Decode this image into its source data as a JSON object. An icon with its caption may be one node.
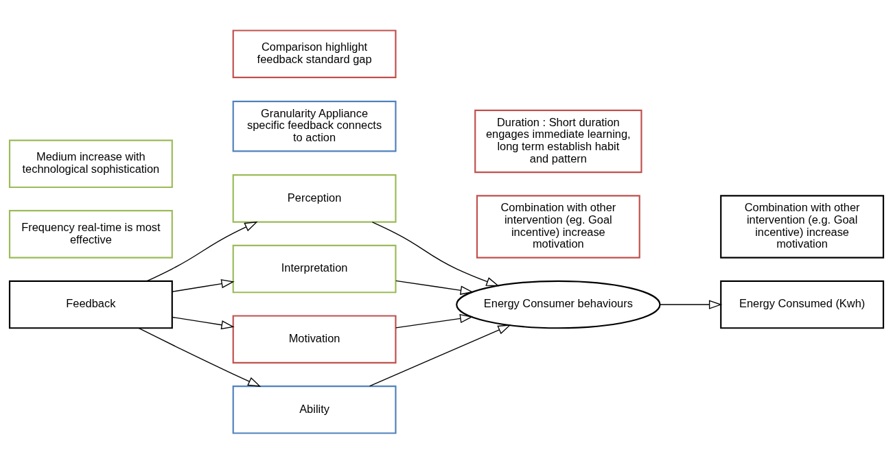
{
  "diagram": {
    "nodes": [
      {
        "text": [
          "Feedback"
        ]
      },
      {
        "text": [
          "Perception"
        ]
      },
      {
        "text": [
          "Interpretation"
        ]
      },
      {
        "text": [
          "Motivation"
        ]
      },
      {
        "text": [
          "Ability"
        ]
      },
      {
        "text": [
          "Energy Consumer behaviours"
        ]
      },
      {
        "text": [
          "Energy Consumed (Kwh)"
        ]
      },
      {
        "text": [
          "Frequency real-time is most effective"
        ]
      },
      {
        "text": [
          "Granularity Appliance specific feedback connects to action"
        ]
      },
      {
        "text": [
          "Combination with other intervention (eg. Goal incentive) increase motivation"
        ]
      },
      {
        "text": [
          "Combination with other intervention (e.g. Goal incentive) increase motivation"
        ]
      },
      {
        "text": [
          "Medium increase with technological sophistication"
        ]
      },
      {
        "text": [
          "Comparison highlight feedback standard gap"
        ]
      },
      {
        "text": [
          "Duration : Short duration engages immediate learning, long term establish habit and pattern"
        ]
      }
    ],
    "edges": [
      {
        "from": 0,
        "to": 1,
        "arrow": "to"
      },
      {
        "from": 0,
        "to": 2,
        "arrow": "to"
      },
      {
        "from": 0,
        "to": 3,
        "arrow": "to"
      },
      {
        "from": 0,
        "to": 4,
        "arrow": "to"
      },
      {
        "from": 1,
        "to": 5,
        "arrow": "to"
      },
      {
        "from": 2,
        "to": 5,
        "arrow": "to"
      },
      {
        "from": 3,
        "to": 5,
        "arrow": "to"
      },
      {
        "from": 4,
        "to": 5,
        "arrow": "to"
      },
      {
        "from": 5,
        "to": 6,
        "arrow": "to"
      }
    ]
  }
}
